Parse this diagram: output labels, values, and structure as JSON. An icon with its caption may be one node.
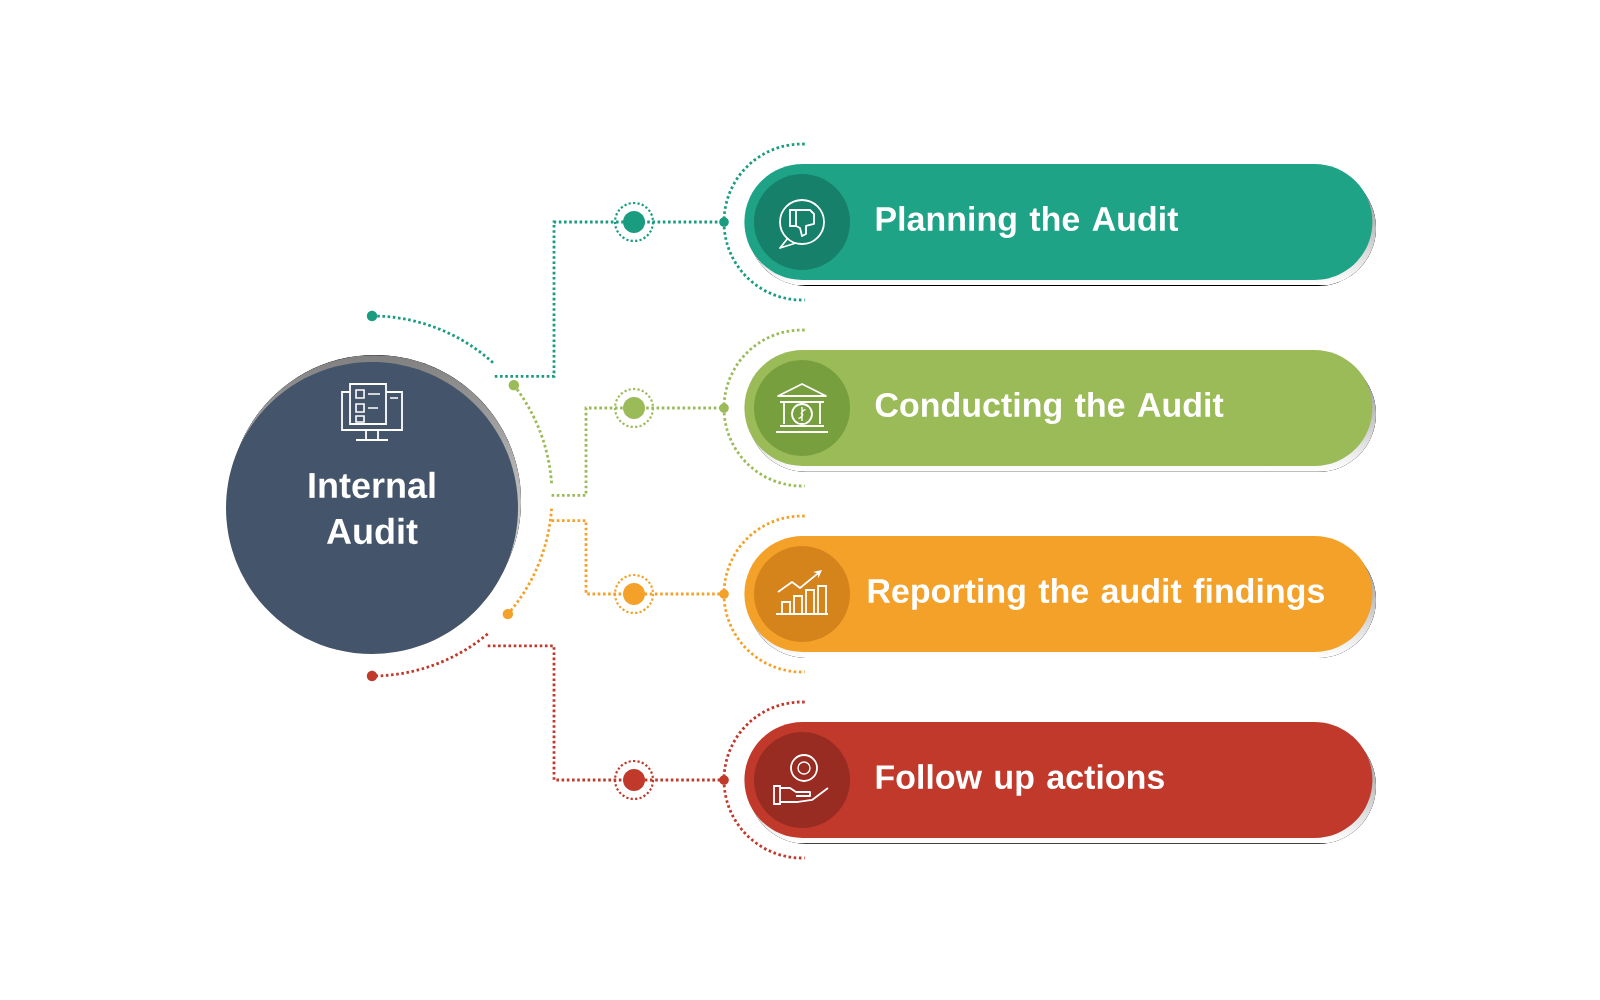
{
  "diagram": {
    "nodes": [
      {
        "text": [
          "Internal Audit"
        ]
      },
      {
        "text": [
          "Planning the Audit"
        ]
      },
      {
        "text": [
          "Conducting the Audit"
        ]
      },
      {
        "text": [
          "Reporting the audit findings"
        ]
      },
      {
        "text": [
          "Follow up actions"
        ]
      }
    ],
    "edges": [
      {
        "from": 0,
        "to": 1,
        "arrow": "none",
        "color": "#1a9c80"
      },
      {
        "from": 0,
        "to": 2,
        "arrow": "none",
        "color": "#9bbb59"
      },
      {
        "from": 0,
        "to": 3,
        "arrow": "none",
        "color": "#f4a12a"
      },
      {
        "from": 0,
        "to": 4,
        "arrow": "none",
        "color": "#c0392b"
      }
    ]
  }
}
